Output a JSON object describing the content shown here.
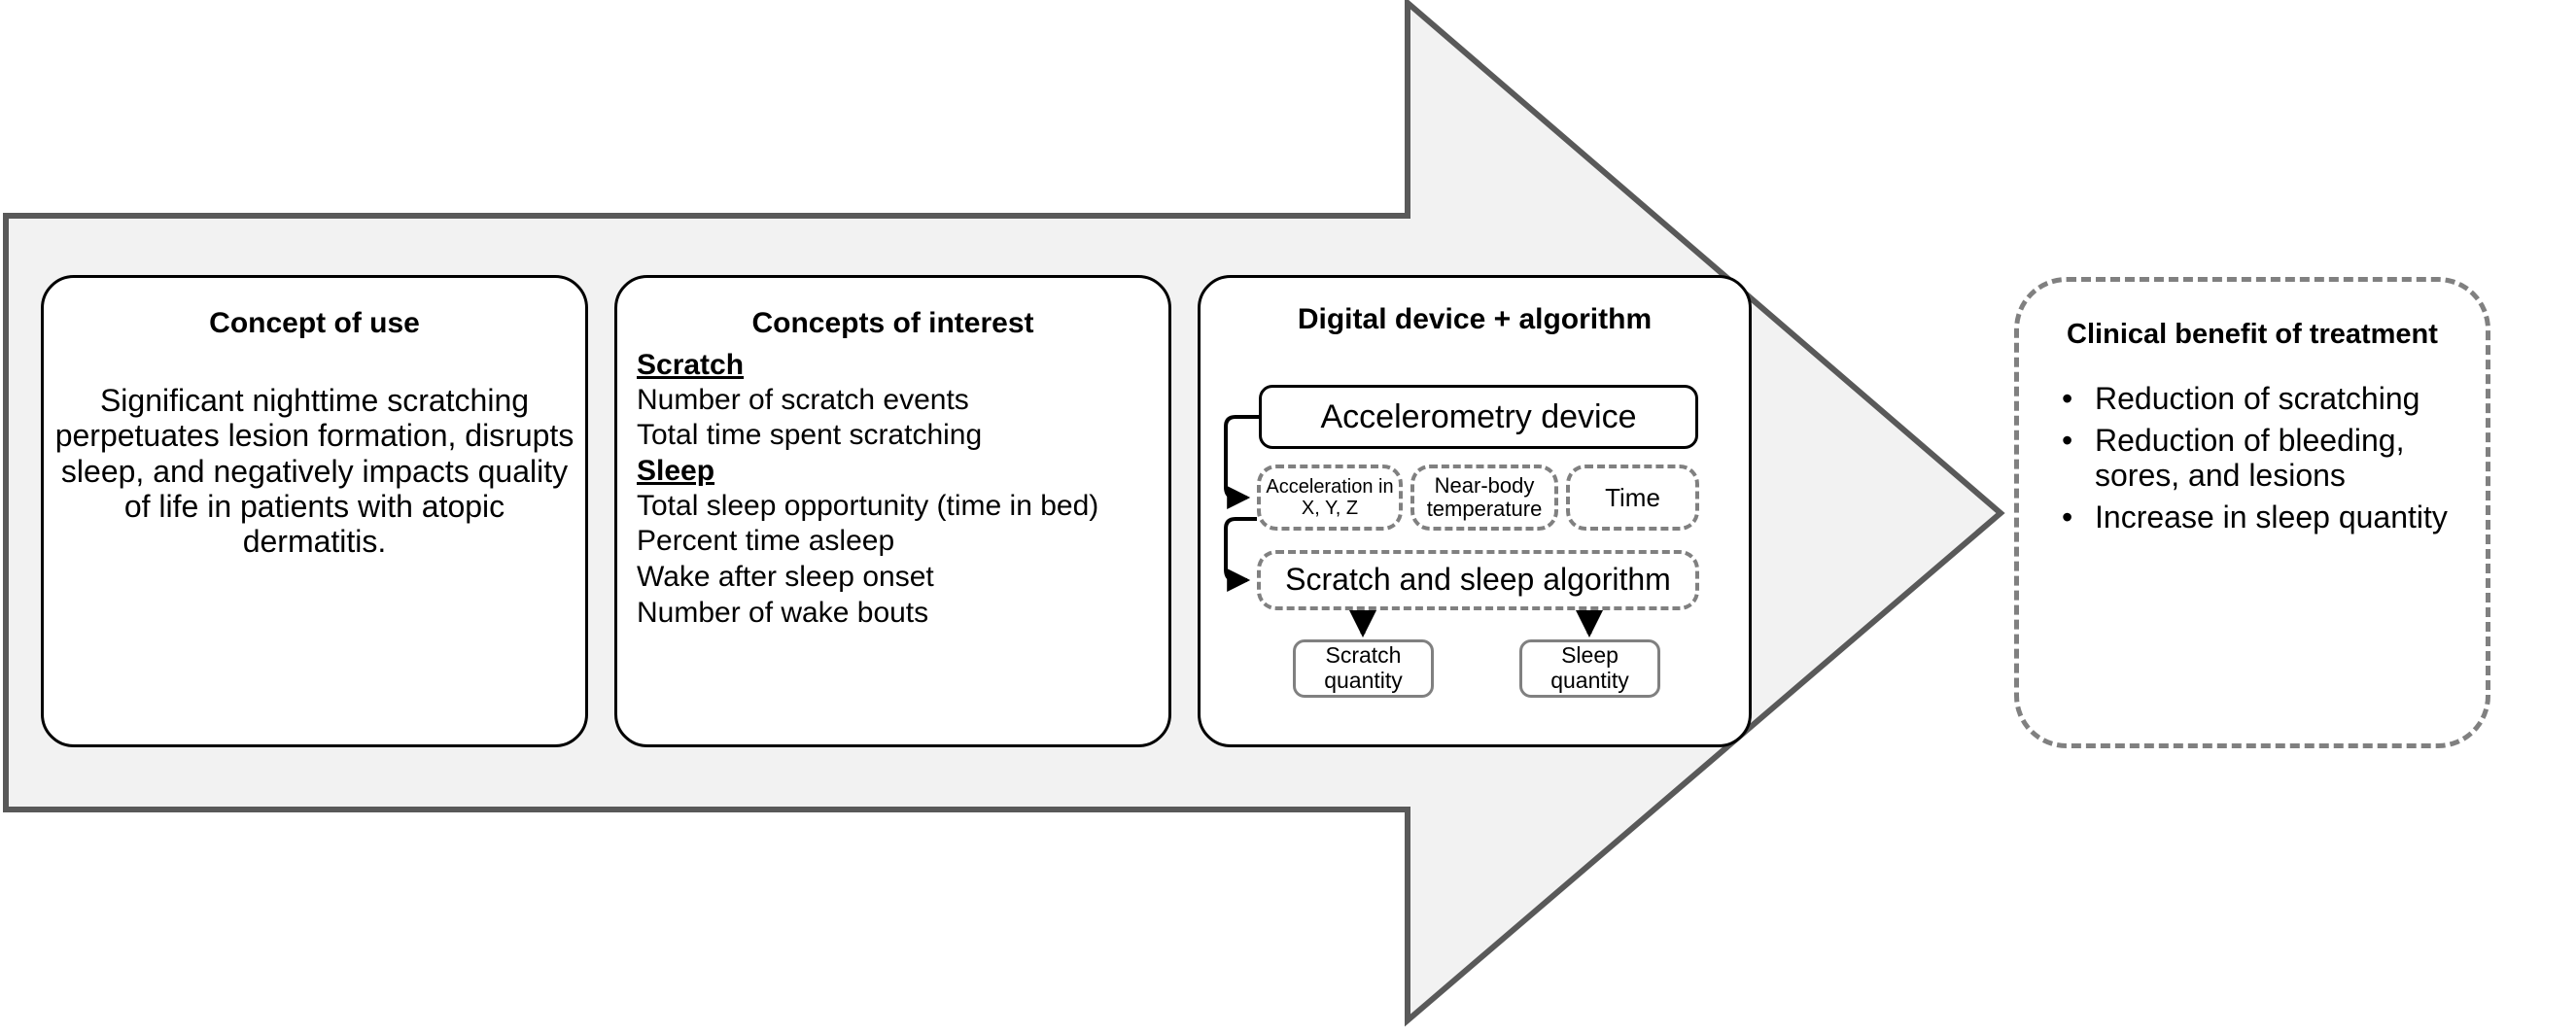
{
  "colors": {
    "arrow_fill": "#f2f2f2",
    "arrow_stroke": "#595959",
    "panel_stroke": "#000000",
    "dashed_stroke": "#808080"
  },
  "arrow": {
    "name": "process-arrow"
  },
  "concept_of_use": {
    "title": "Concept of use",
    "text": "Significant nighttime scratching perpetuates lesion formation, disrupts sleep, and negatively impacts quality of life in patients with atopic dermatitis."
  },
  "concepts_of_interest": {
    "title": "Concepts of interest",
    "groups": [
      {
        "heading": "Scratch",
        "items": [
          "Number of scratch events",
          "Total time spent scratching"
        ]
      },
      {
        "heading": "Sleep",
        "items": [
          "Total sleep opportunity (time in bed)",
          "Percent time asleep",
          "Wake after sleep onset",
          "Number of wake bouts"
        ]
      }
    ]
  },
  "digital_device": {
    "title": "Digital device + algorithm",
    "device": "Accelerometry device",
    "signals": [
      "Acceleration in X, Y, Z",
      "Near-body temperature",
      "Time"
    ],
    "signal_lines": {
      "acceleration_line1": "Acceleration in",
      "acceleration_line2": "X, Y, Z",
      "temperature_line1": "Near-body",
      "temperature_line2": "temperature",
      "time": "Time"
    },
    "algorithm": "Scratch and sleep algorithm",
    "outputs": {
      "scratch_line1": "Scratch",
      "scratch_line2": "quantity",
      "sleep_line1": "Sleep",
      "sleep_line2": "quantity"
    }
  },
  "clinical_benefit": {
    "title": "Clinical benefit of treatment",
    "bullet_glyph": "•",
    "items": [
      "Reduction of scratching",
      "Reduction of bleeding, sores, and lesions",
      "Increase in sleep quantity"
    ]
  }
}
